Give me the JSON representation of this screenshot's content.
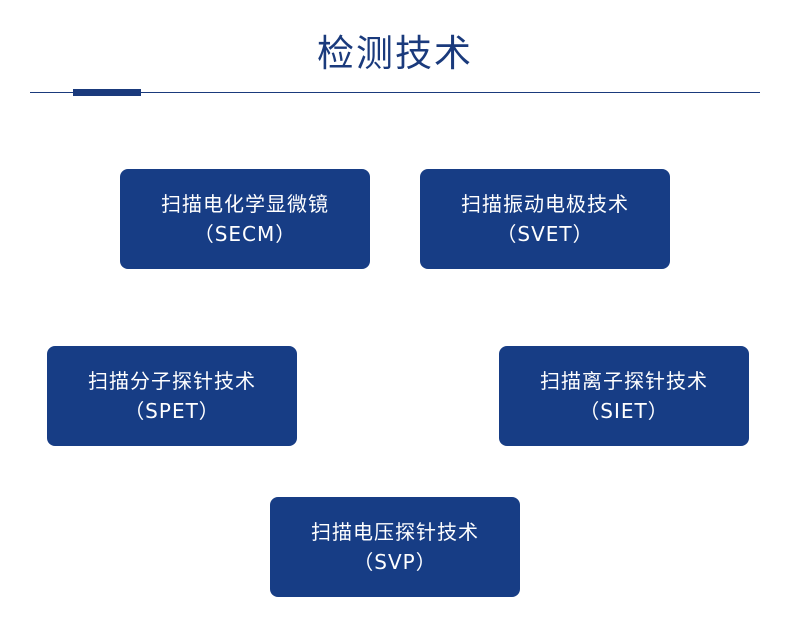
{
  "title": "检测技术",
  "colors": {
    "primary": "#1a3a7c",
    "box_fill": "#173d85",
    "box_text": "#ffffff"
  },
  "techniques": [
    {
      "name": "扫描电化学显微镜",
      "abbr": "（SECM）"
    },
    {
      "name": "扫描振动电极技术",
      "abbr": "（SVET）"
    },
    {
      "name": "扫描分子探针技术",
      "abbr": "（SPET）"
    },
    {
      "name": "扫描离子探针技术",
      "abbr": "（SIET）"
    },
    {
      "name": "扫描电压探针技术",
      "abbr": "（SVP）"
    }
  ]
}
